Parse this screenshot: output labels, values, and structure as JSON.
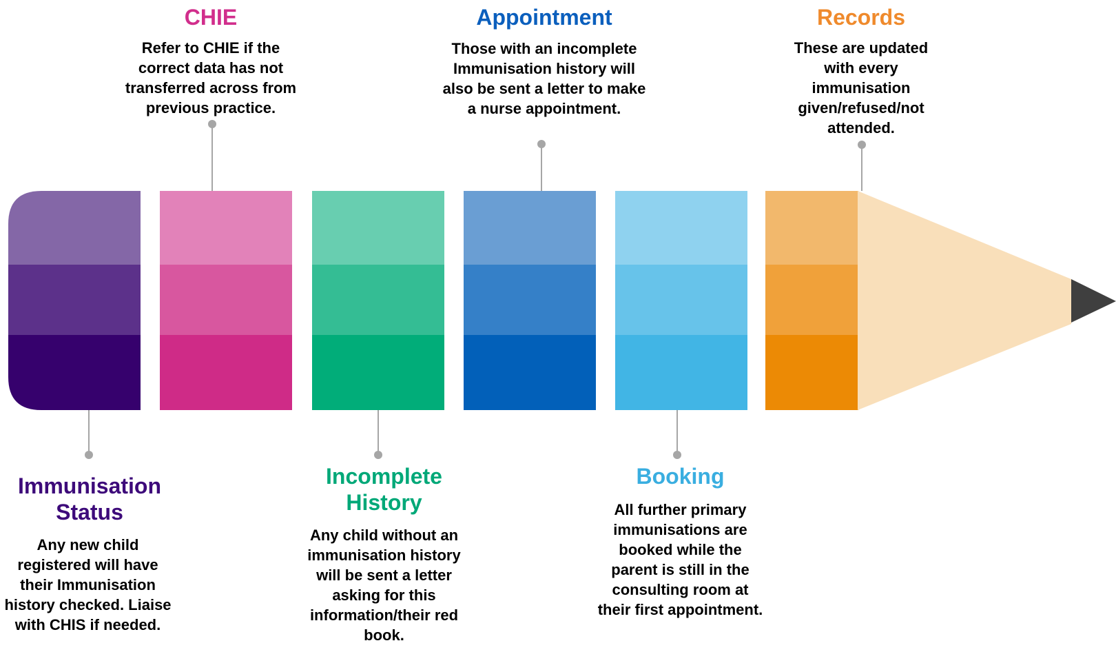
{
  "steps": [
    {
      "id": "immunisation-status",
      "title": "Immunisation Status",
      "text": "Any new child registered will have their Immunisation history checked. Liaise with CHIS if needed.",
      "color": "#3d0a7a",
      "shades": [
        "#8467a7",
        "#5c318a",
        "#36016d"
      ]
    },
    {
      "id": "chie",
      "title": "CHIE",
      "text": "Refer to CHIE if the correct data has not transferred across from previous practice.",
      "color": "#d12e8c",
      "shades": [
        "#e282b9",
        "#d8579f",
        "#cf2b87"
      ]
    },
    {
      "id": "incomplete-history",
      "title": "Incomplete History",
      "text": "Any child without an immunisation history will be sent a letter asking for this information/their red book.",
      "color": "#00a878",
      "shades": [
        "#68ceb0",
        "#34bd94",
        "#01ad79"
      ]
    },
    {
      "id": "appointment",
      "title": "Appointment",
      "text": "Those with an incomplete Immunisation history will also be sent a letter to make a nurse appointment.",
      "color": "#0b5fbd",
      "shades": [
        "#6a9ed3",
        "#3580c8",
        "#0260b9"
      ]
    },
    {
      "id": "booking",
      "title": "Booking",
      "text": "All further primary immunisations are booked while the parent is still in the consulting room at their first appointment.",
      "color": "#3aaee0",
      "shades": [
        "#8fd2ef",
        "#67c3ea",
        "#41b5e5"
      ]
    },
    {
      "id": "records",
      "title": "Records",
      "text": "These are updated with every immunisation given/refused/not attended.",
      "color": "#ef8a2c",
      "shades": [
        "#f2b86c",
        "#f0a13a",
        "#ec8a05"
      ]
    }
  ],
  "pencil": {
    "wood_color": "#f9dfba",
    "lead_color": "#3f3f3f",
    "connector_color": "#a6a6a6"
  }
}
